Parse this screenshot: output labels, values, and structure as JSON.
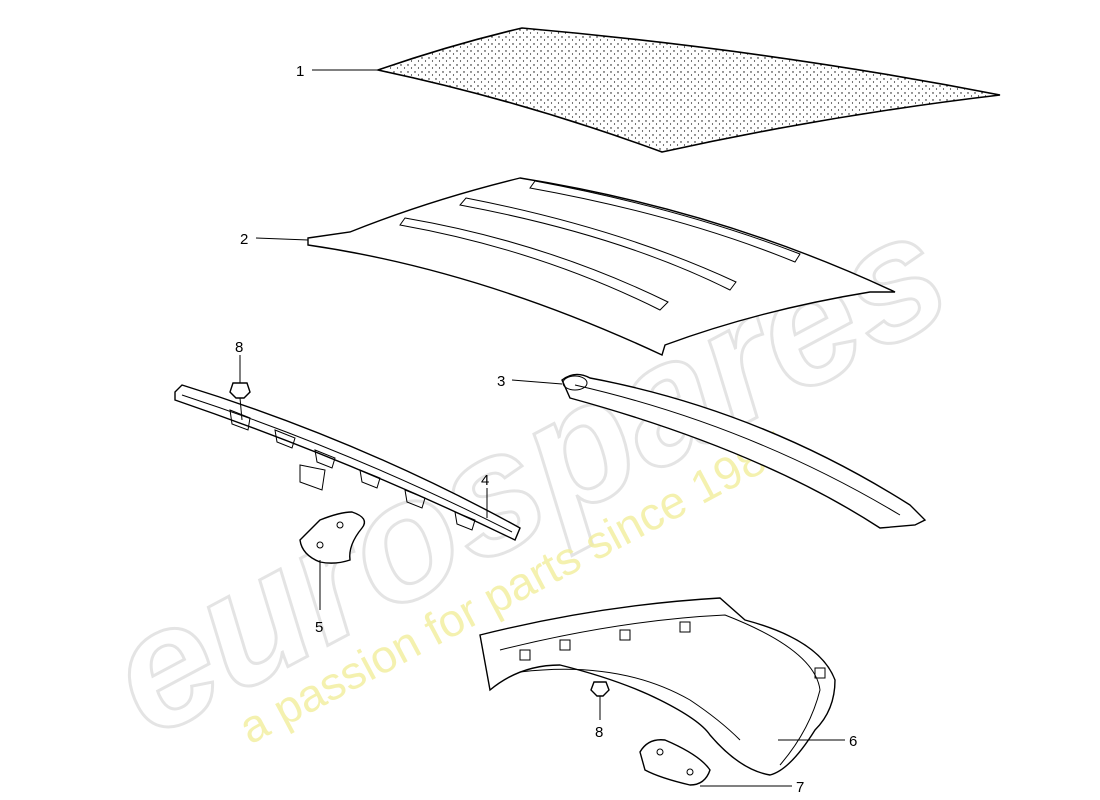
{
  "diagram": {
    "callouts": [
      {
        "id": "1",
        "label": "1"
      },
      {
        "id": "2",
        "label": "2"
      },
      {
        "id": "3",
        "label": "3"
      },
      {
        "id": "4",
        "label": "4"
      },
      {
        "id": "5",
        "label": "5"
      },
      {
        "id": "6",
        "label": "6"
      },
      {
        "id": "7",
        "label": "7"
      },
      {
        "id": "8a",
        "label": "8"
      },
      {
        "id": "8b",
        "label": "8"
      }
    ]
  },
  "watermark": {
    "brand": "eurospares",
    "tagline": "a passion for parts since 1985",
    "tagline_color": "#f2ee9c"
  }
}
